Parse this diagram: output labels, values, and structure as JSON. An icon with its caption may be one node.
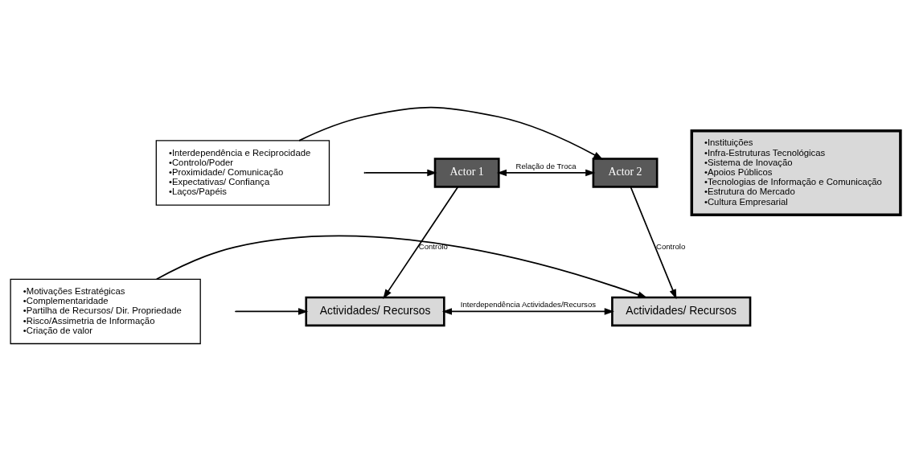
{
  "diagram": {
    "nodes": [
      {
        "text": [
          "Actor 1"
        ]
      },
      {
        "text": [
          "Actor 2"
        ]
      },
      {
        "text": [
          "Actividades/ Recursos"
        ]
      },
      {
        "text": [
          "Actividades/ Recursos"
        ]
      },
      {
        "text": [
          "•Interdependência e Reciprocidade",
          "•Controlo/Poder",
          "•Proximidade/ Comunicação",
          "•Expectativas/ Confiança",
          "•Laços/Papéis"
        ]
      },
      {
        "text": [
          "•Motivações Estratégicas",
          "•Complementaridade",
          "•Partilha de Recursos/ Dir. Propriedade",
          "•Risco/Assimetria de Informação",
          "•Criação de valor"
        ]
      },
      {
        "text": [
          "•Instituições",
          "•Infra-Estruturas Tecnológicas",
          "•Sistema de Inovação",
          "•Apoios Públicos",
          "•Tecnologias de Informação e Comunicação",
          "•Estrutura do Mercado",
          "•Cultura Empresarial"
        ]
      }
    ],
    "edges": [
      {
        "from": null,
        "to": 0,
        "arrow": "to"
      },
      {
        "from": 0,
        "to": 1,
        "arrow": "both",
        "label": "Relação de Troca"
      },
      {
        "from": 4,
        "to": 1,
        "arrow": "to"
      },
      {
        "from": 0,
        "to": 2,
        "arrow": "to",
        "label": "Controlo"
      },
      {
        "from": 1,
        "to": 3,
        "arrow": "to",
        "label": "Controlo"
      },
      {
        "from": null,
        "to": 2,
        "arrow": "to"
      },
      {
        "from": 2,
        "to": 3,
        "arrow": "both",
        "label": "Interdependência Actividades/Recursos"
      },
      {
        "from": 5,
        "to": 3,
        "arrow": "to"
      }
    ]
  }
}
